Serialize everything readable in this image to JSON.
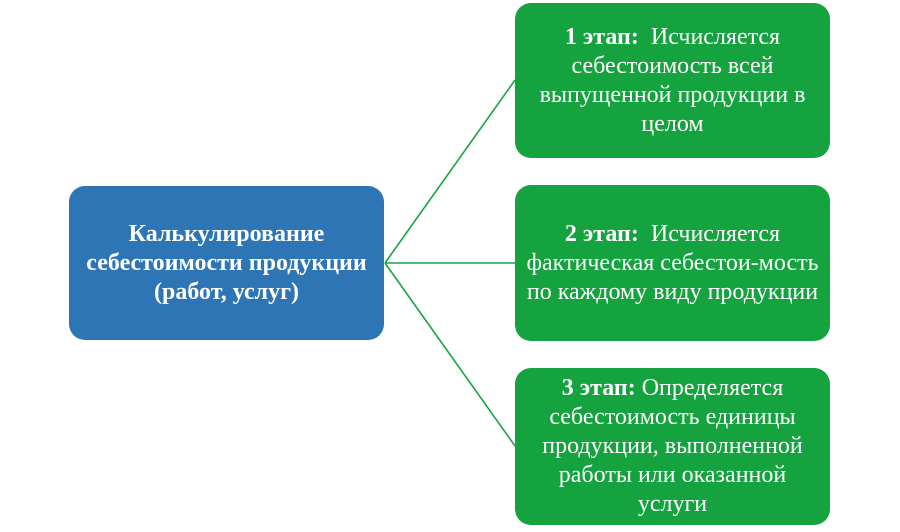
{
  "root": {
    "text": "Калькулирование себестоимости продукции (работ, услуг)"
  },
  "stages": [
    {
      "label": "1 этап:",
      "text": "Исчисляется себестоимость всей выпущенной продукции в целом"
    },
    {
      "label": "2 этап:",
      "text": "Исчисляется фактическая себестои-мость по каждому виду продукции"
    },
    {
      "label": "3 этап:",
      "text": "Определяется себестоимость единицы продукции, выполненной работы или оказанной услуги"
    }
  ],
  "colors": {
    "root_fill": "#2e75b6",
    "stage_fill": "#14a33e",
    "connector": "#19a43f",
    "text": "#ffffff"
  }
}
